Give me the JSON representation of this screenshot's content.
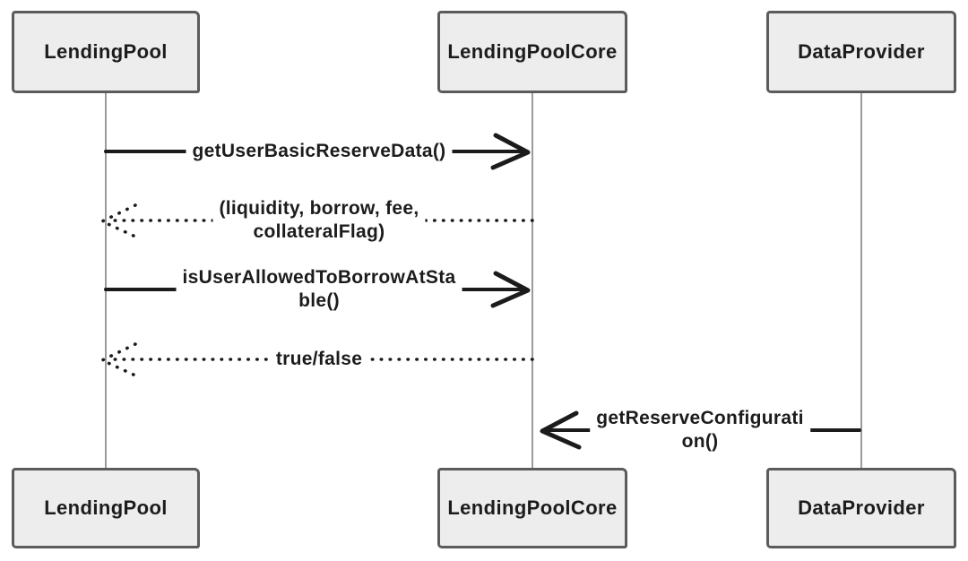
{
  "diagram": {
    "kind": "sequence-diagram",
    "participants": [
      {
        "id": "lendingpool",
        "label": "LendingPool"
      },
      {
        "id": "lendingpoolcore",
        "label": "LendingPoolCore"
      },
      {
        "id": "dataprovider",
        "label": "DataProvider"
      }
    ],
    "messages": [
      {
        "from": "LendingPool",
        "to": "LendingPoolCore",
        "style": "solid",
        "direction": "right",
        "label": "getUserBasicReserveData()",
        "lines": [
          "getUserBasicReserveData()"
        ]
      },
      {
        "from": "LendingPoolCore",
        "to": "LendingPool",
        "style": "dotted",
        "direction": "left",
        "label": "(liquidity, borrow, fee, collateralFlag)",
        "lines": [
          "(liquidity, borrow, fee,",
          "collateralFlag)"
        ]
      },
      {
        "from": "LendingPool",
        "to": "LendingPoolCore",
        "style": "solid",
        "direction": "right",
        "label": "isUserAllowedToBorrowAtStable()",
        "lines": [
          "isUserAllowedToBorrowAtSta",
          "ble()"
        ]
      },
      {
        "from": "LendingPoolCore",
        "to": "LendingPool",
        "style": "dotted",
        "direction": "left",
        "label": "true/false",
        "lines": [
          "true/false"
        ]
      },
      {
        "from": "DataProvider",
        "to": "LendingPoolCore",
        "style": "solid",
        "direction": "left",
        "label": "getReserveConfiguration()",
        "lines": [
          "getReserveConfigurati",
          "on()"
        ]
      }
    ],
    "colors": {
      "background": "#ffffff",
      "actor_fill": "#ededed",
      "actor_border": "#5b5b5b",
      "text": "#1c1c1c",
      "arrow": "#1b1b1b",
      "lifeline": "#9b9b9b"
    }
  }
}
